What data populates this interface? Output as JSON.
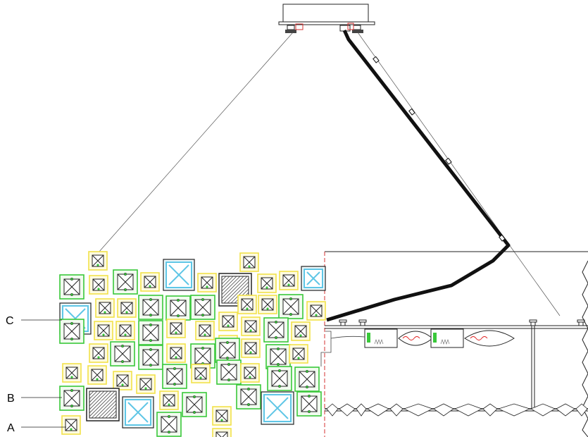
{
  "callouts": [
    {
      "id": "C",
      "label": "C"
    },
    {
      "id": "B",
      "label": "B"
    },
    {
      "id": "A",
      "label": "A"
    }
  ],
  "colors": {
    "outline_yellow": "#f2e24a",
    "outline_green": "#39c83a",
    "outline_cyan": "#5fc6e6",
    "fill_yellow": "#fffbe0",
    "fill_green": "#f1fbef",
    "fill_cyan": "#eefafd",
    "frame_red": "#d43030",
    "wire": "#e02020"
  },
  "module_types": {
    "A": "small-yellow-crossed-module",
    "B": "medium-green-crossed-module",
    "C": "large-cyan-module"
  }
}
